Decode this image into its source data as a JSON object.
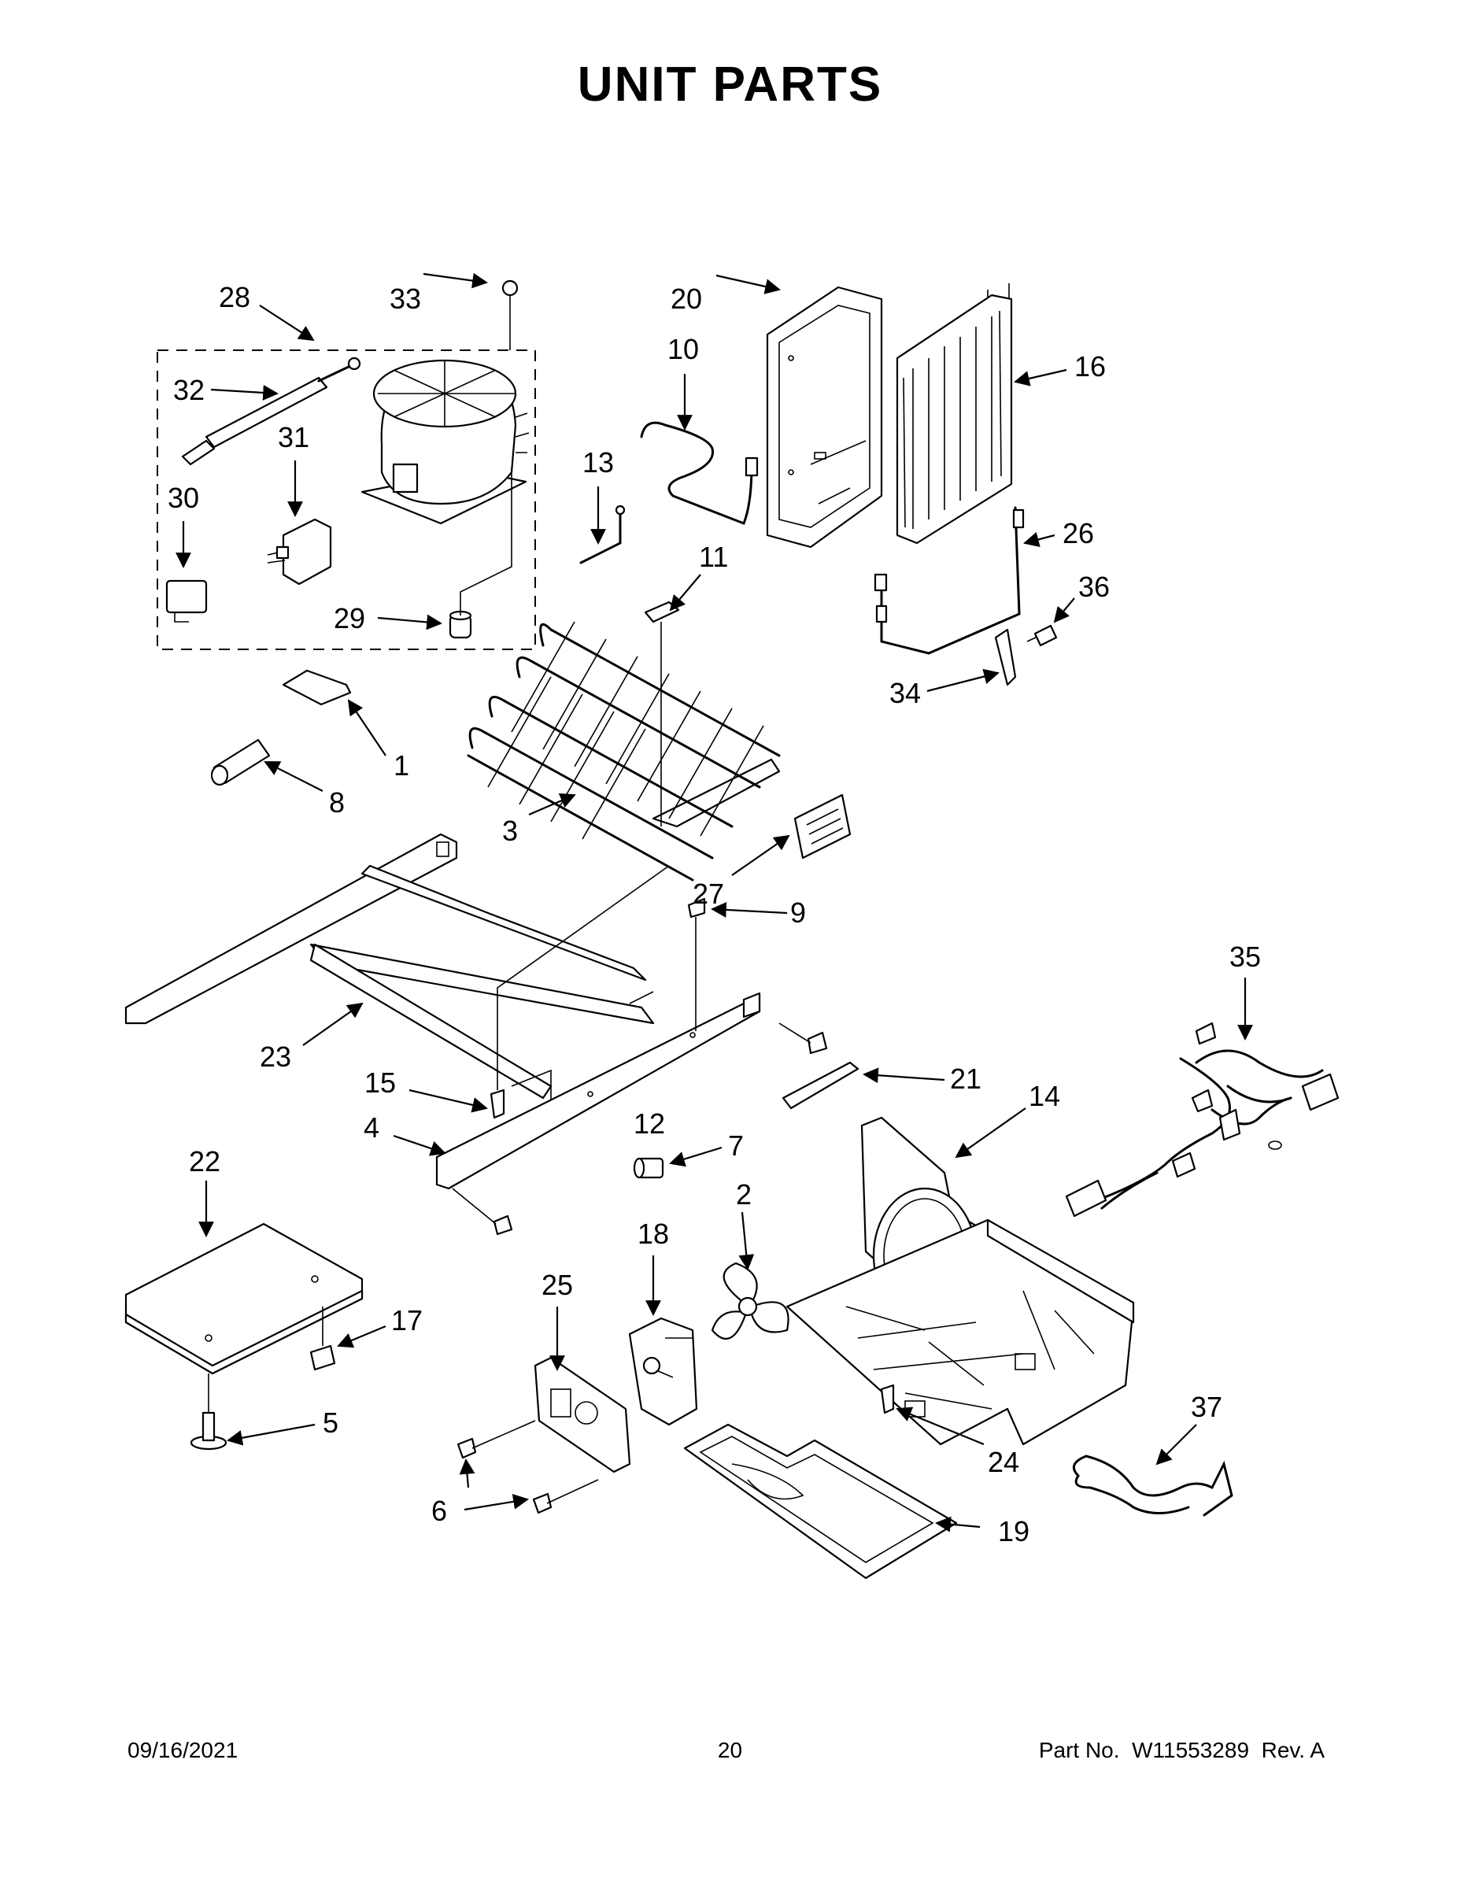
{
  "title": "UNIT PARTS",
  "callouts": [
    "1",
    "2",
    "3",
    "4",
    "5",
    "6",
    "7",
    "8",
    "9",
    "10",
    "11",
    "12",
    "13",
    "14",
    "15",
    "16",
    "17",
    "18",
    "19",
    "20",
    "21",
    "22",
    "23",
    "24",
    "25",
    "26",
    "27",
    "28",
    "29",
    "30",
    "31",
    "32",
    "33",
    "34",
    "35",
    "36",
    "37"
  ],
  "footer": {
    "date": "09/16/2021",
    "page": "20",
    "part_label": "Part No.",
    "part_number": "W11553289",
    "revision": "Rev. A"
  }
}
